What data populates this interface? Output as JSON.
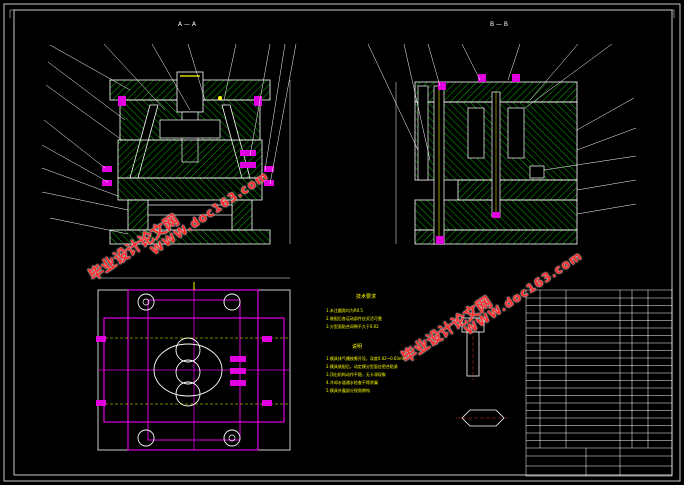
{
  "section_labels": {
    "left": "A — A",
    "right": "B — B"
  },
  "watermark": {
    "cn": "毕业设计论文网",
    "url": "WWW.doc163.com"
  },
  "notes": {
    "title1": "技术要求",
    "title2": "说明",
    "lines1": [
      "1.未注圆角均为R0.5",
      "2.装配后各运动部件应灵活可靠",
      "3.分型面贴合间隙不大于0.02"
    ],
    "lines2": [
      "1.模具排气槽按需开设，深度0.02~0.03mm",
      "2.模具装配后，动定模分型面应密合贴紧",
      "3.顶出机构动作平稳，无卡滞现象",
      "4.冷却水道通水检查不得渗漏",
      "5.模具外露部分锐角倒钝"
    ]
  },
  "colors": {
    "outline": "#ffffff",
    "hatch": "#00d000",
    "plate": "#e000e0",
    "accent": "#ffff00",
    "watermark": "#ff2a2a"
  }
}
